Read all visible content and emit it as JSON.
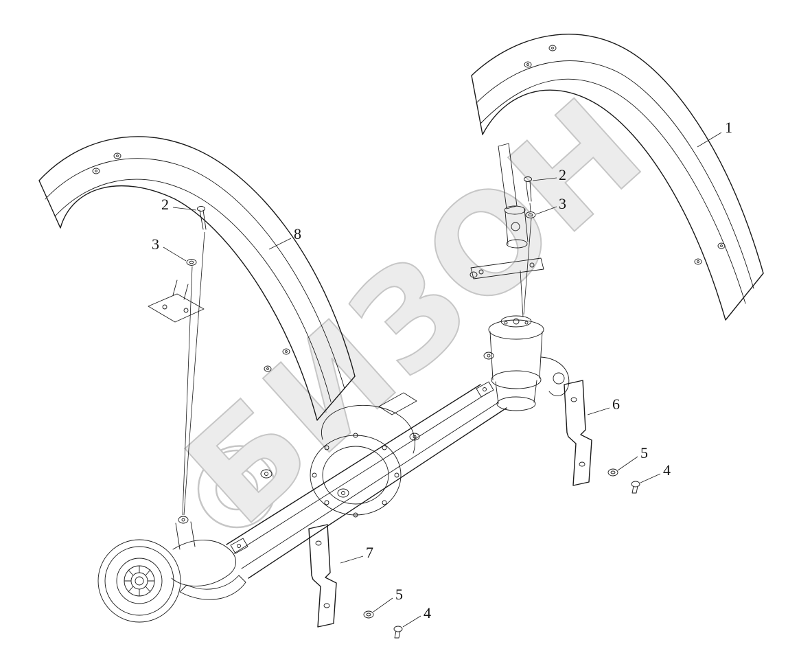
{
  "watermark": {
    "text": "БИЗОН",
    "color": "#c6c6c6"
  },
  "colors": {
    "line": "#1a1a1a",
    "background": "#ffffff",
    "watermark": "#c6c6c6"
  },
  "diagram": {
    "type": "exploded-parts-drawing",
    "subject": "fender and bracket mounting on front axle"
  },
  "callouts": [
    {
      "label": "1"
    },
    {
      "label": "2"
    },
    {
      "label": "3"
    },
    {
      "label": "2"
    },
    {
      "label": "3"
    },
    {
      "label": "8"
    },
    {
      "label": "6"
    },
    {
      "label": "5"
    },
    {
      "label": "4"
    },
    {
      "label": "7"
    },
    {
      "label": "5"
    },
    {
      "label": "4"
    }
  ]
}
